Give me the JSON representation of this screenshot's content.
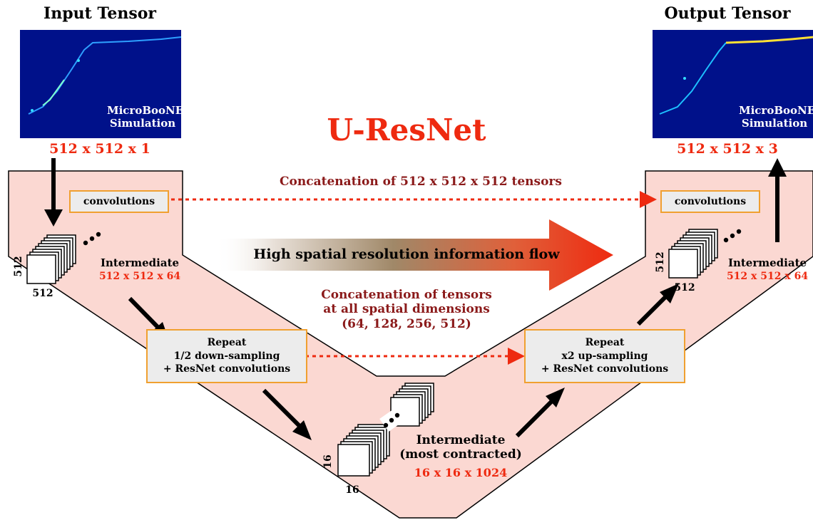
{
  "input": {
    "title": "Input Tensor",
    "image_caption_line1": "MicroBooNE",
    "image_caption_line2": "Simulation",
    "shape": "512 x 512 x 1"
  },
  "output": {
    "title": "Output Tensor",
    "image_caption_line1": "MicroBooNE",
    "image_caption_line2": "Simulation",
    "shape": "512 x 512 x 3"
  },
  "network_name": "U-ResNet",
  "skip_top_label": "Concatenation of 512 x 512 x 512 tensors",
  "flow_label": "High spatial resolution information flow",
  "skip_mid_label": {
    "line1": "Concatenation of tensors",
    "line2": "at all spatial dimensions",
    "line3": "(64, 128, 256, 512)"
  },
  "left": {
    "conv_box": "convolutions",
    "intermediate_label": "Intermediate",
    "intermediate_shape": "512 x 512 x 64",
    "axis_vertical": "512",
    "axis_horizontal": "512",
    "repeat_box": {
      "line1": "Repeat",
      "line2": "1/2 down-sampling",
      "line3": "+ ResNet convolutions"
    }
  },
  "right": {
    "conv_box": "convolutions",
    "intermediate_label": "Intermediate",
    "intermediate_shape": "512 x 512 x 64",
    "axis_vertical": "512",
    "axis_horizontal": "512",
    "repeat_box": {
      "line1": "Repeat",
      "line2": "x2 up-sampling",
      "line3": "+ ResNet convolutions"
    }
  },
  "bottom": {
    "intermediate_line1": "Intermediate",
    "intermediate_line2": "(most contracted)",
    "shape": "16 x 16 x 1024",
    "axis_vertical": "16",
    "axis_horizontal": "16"
  },
  "colors": {
    "region_fill": "#fbd8d2",
    "box_border": "#f0a030",
    "accent_red": "#ee2a10",
    "dark_red": "#8b1a1a",
    "image_bg": "#00118a"
  }
}
